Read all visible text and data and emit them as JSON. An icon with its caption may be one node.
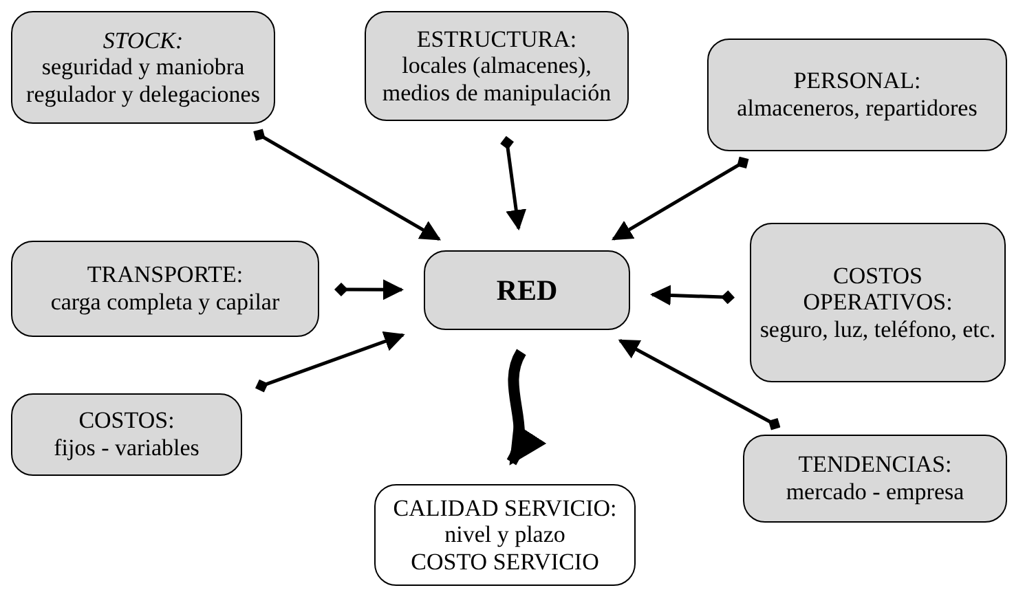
{
  "diagram": {
    "nodes": [
      {
        "text": [
          "*STOCK:*",
          "seguridad y maniobra regulador y delegaciones"
        ]
      },
      {
        "text": [
          "ESTRUCTURA:",
          "locales (almacenes), medios de manipulación"
        ]
      },
      {
        "text": [
          "PERSONAL:",
          "almaceneros, repartidores"
        ]
      },
      {
        "text": [
          "TRANSPORTE:",
          "carga completa y capilar"
        ]
      },
      {
        "text": [
          "RED"
        ]
      },
      {
        "text": [
          "COSTOS OPERATIVOS:",
          "seguro, luz, teléfono, etc."
        ]
      },
      {
        "text": [
          "COSTOS:",
          "fijos - variables"
        ]
      },
      {
        "text": [
          "TENDENCIAS:",
          "mercado - empresa"
        ]
      },
      {
        "text": [
          "CALIDAD SERVICIO:",
          "nivel y plazo",
          "COSTO SERVICIO"
        ]
      }
    ],
    "edges": [
      {
        "from": 0,
        "to": 4,
        "arrow": "to"
      },
      {
        "from": 1,
        "to": 4,
        "arrow": "to"
      },
      {
        "from": 2,
        "to": 4,
        "arrow": "to"
      },
      {
        "from": 3,
        "to": 4,
        "arrow": "to"
      },
      {
        "from": 5,
        "to": 4,
        "arrow": "to"
      },
      {
        "from": 6,
        "to": 4,
        "arrow": "to"
      },
      {
        "from": 7,
        "to": 4,
        "arrow": "to"
      },
      {
        "from": 4,
        "to": 8,
        "arrow": "to",
        "style": "thick"
      }
    ]
  }
}
